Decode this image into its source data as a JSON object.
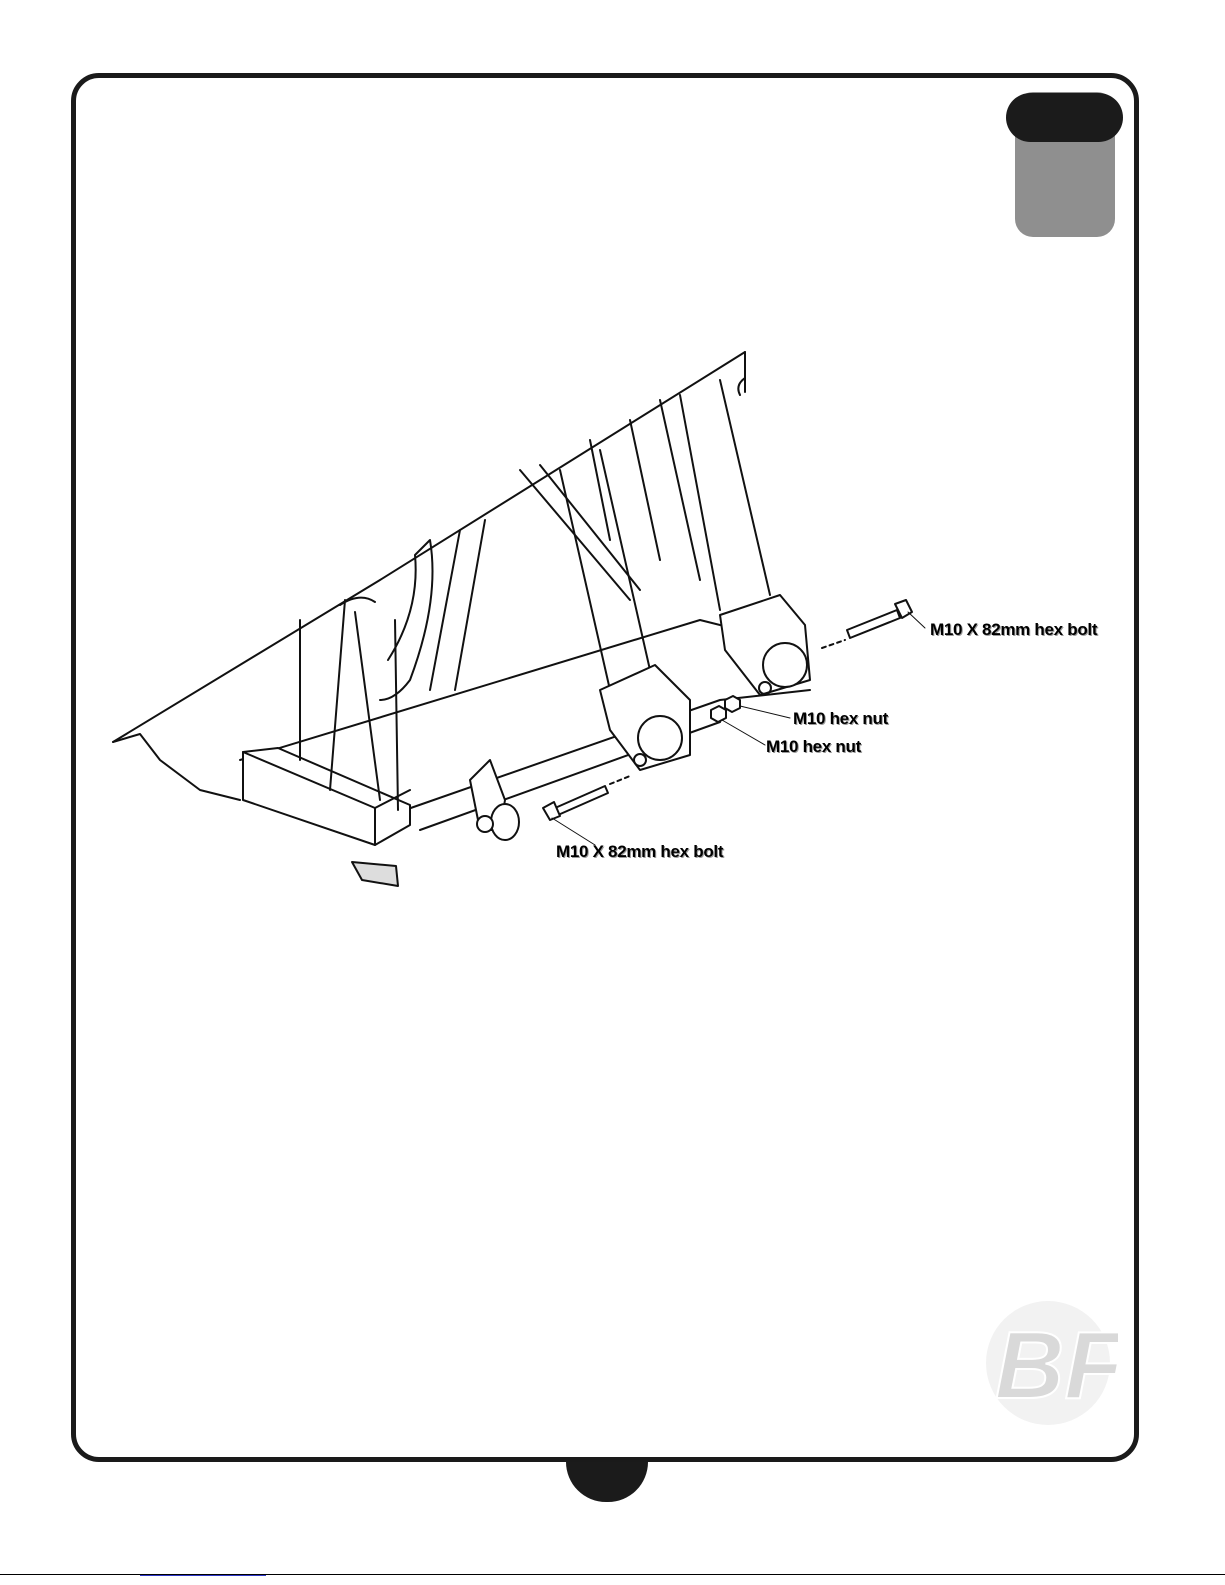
{
  "callouts": {
    "bolt_right": "M10 X 82mm hex bolt",
    "nut_upper": "M10 hex nut",
    "nut_lower": "M10 hex nut",
    "bolt_left": "M10 X 82mm hex bolt"
  },
  "logo": {
    "text": "BF",
    "color": "#e6e6e6"
  },
  "colors": {
    "frame": "#1a1a1a",
    "step_tab": "#8f8f8f",
    "tab_dark": "#1b1b1b",
    "link_line": "#2f38c8"
  }
}
